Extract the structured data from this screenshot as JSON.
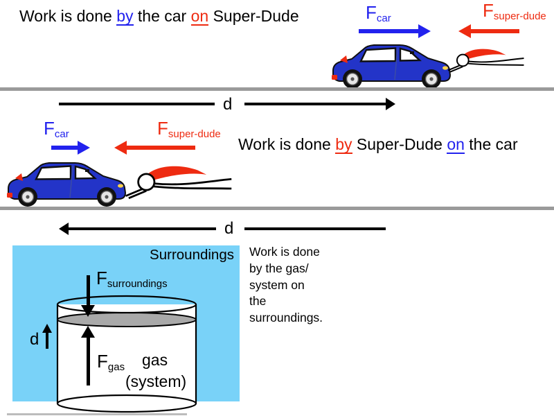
{
  "colors": {
    "force_blue": "#2222ee",
    "force_red": "#ee2b11",
    "car_body_blue": "#2334c8",
    "surroundings_box_blue": "#79d2f8",
    "piston_gray": "#a9a9a9",
    "ground_gray": "#9a9a9a"
  },
  "scene_top": {
    "caption": {
      "part1": "Work is done ",
      "by": "by",
      "part2": " the car ",
      "on": "on",
      "part3": " Super-Dude"
    },
    "f_car": {
      "main": "F",
      "sub": "car"
    },
    "f_super_dude": {
      "main": "F",
      "sub": "super-dude"
    },
    "d_label": "d"
  },
  "scene_middle": {
    "caption": {
      "part1": "Work is done ",
      "by": "by",
      "part2": " Super-Dude ",
      "on": "on",
      "part3": " the car"
    },
    "f_car": {
      "main": "F",
      "sub": "car"
    },
    "f_super_dude": {
      "main": "F",
      "sub": "super-dude"
    },
    "d_label": "d"
  },
  "scene_bottom": {
    "surroundings_label": "Surroundings",
    "f_surroundings": {
      "main": "F",
      "sub": "surroundings"
    },
    "f_gas": {
      "main": "F",
      "sub": "gas"
    },
    "gas_label": "gas",
    "system_label": "(system)",
    "d_label": "d",
    "note_lines": [
      "Work is done",
      "by the gas/",
      "system on",
      "the",
      "surroundings."
    ]
  }
}
